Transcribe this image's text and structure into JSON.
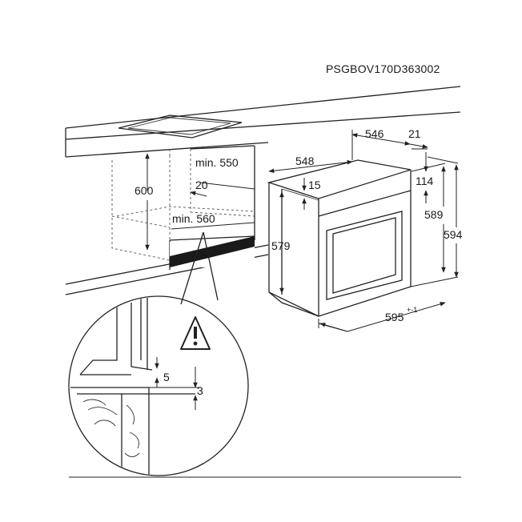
{
  "product_code": "PSGBOV170D363002",
  "warning_symbol": "warning-triangle-icon",
  "cabinet": {
    "height": "600",
    "min_depth": "min. 550",
    "offset": "20",
    "min_width": "min. 560"
  },
  "oven": {
    "depth_outer": "548",
    "depth_inner": "546",
    "door_offset": "21",
    "top_gap": "15",
    "height_front": "579",
    "control_height": "114",
    "height_body": "589",
    "height_total": "594",
    "width": "595",
    "width_tolerance": "+-1"
  },
  "detail": {
    "gap_vertical": "5",
    "gap_offset": "3"
  }
}
